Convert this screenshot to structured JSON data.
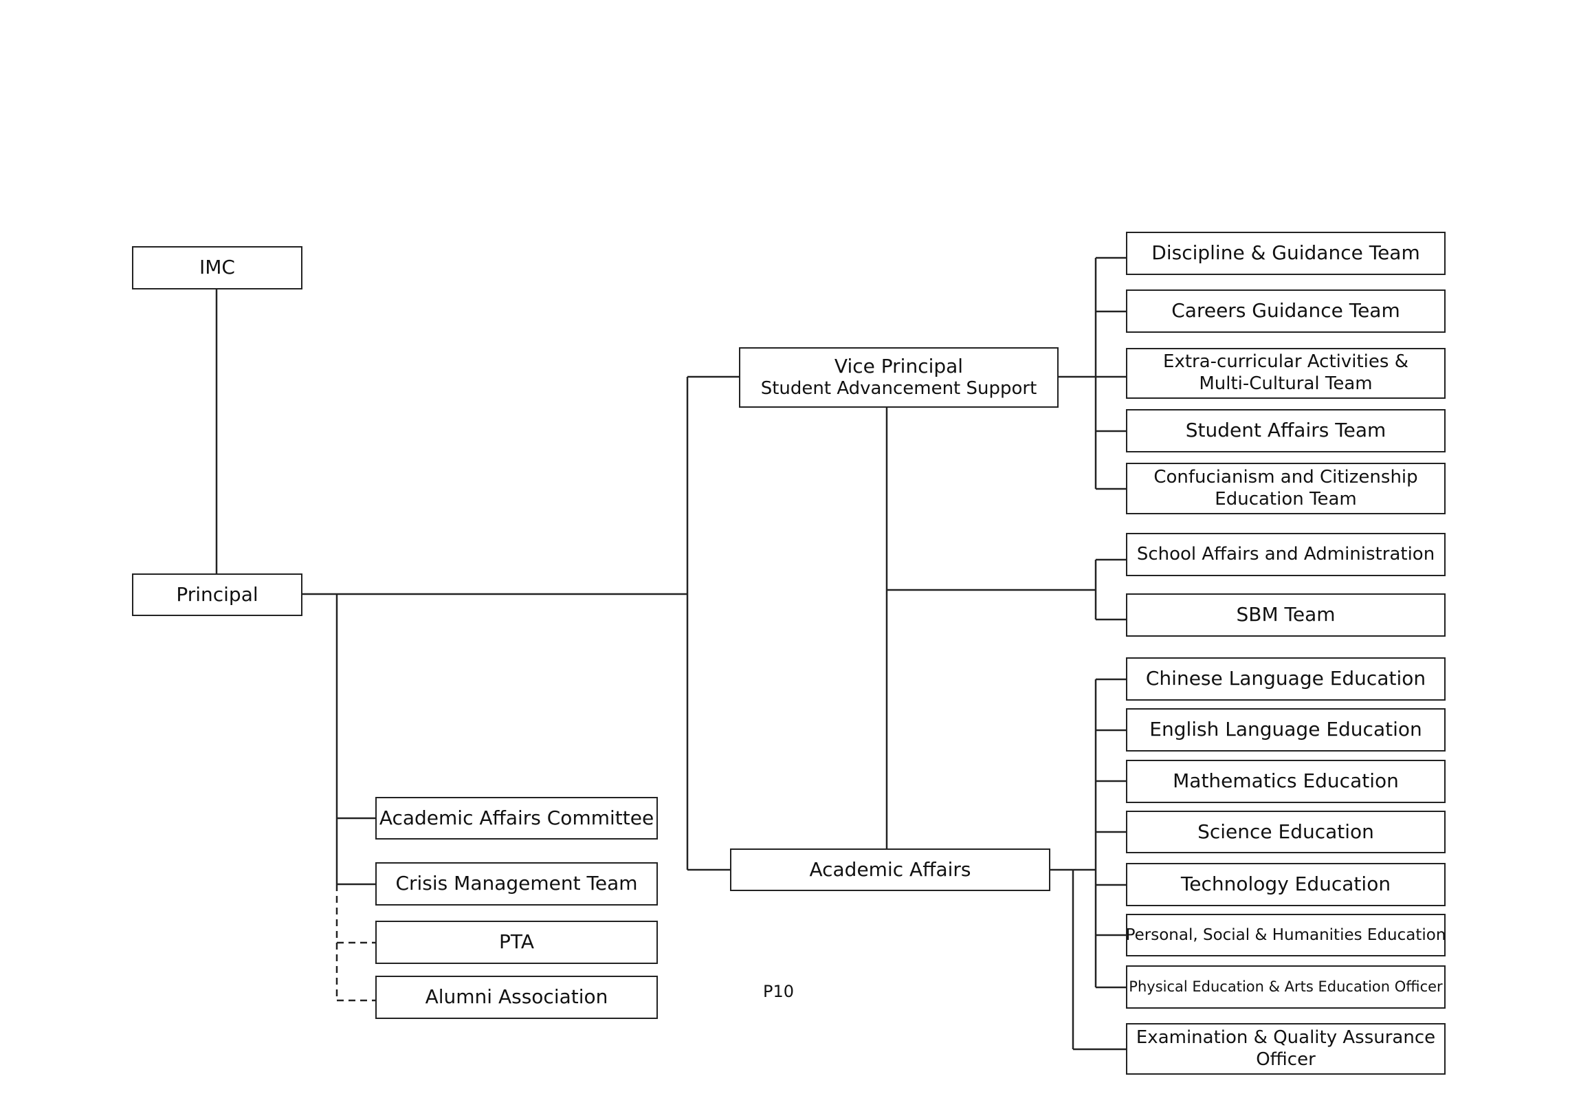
{
  "boxes": {
    "imc": "IMC",
    "principal": "Principal",
    "vice_principal": {
      "line1": "Vice Principal",
      "line2": "Student Advancement Support"
    },
    "academic_affairs": "Academic Affairs",
    "academic_affairs_committee": "Academic Affairs Committee",
    "crisis_management_team": "Crisis Management Team",
    "pta": "PTA",
    "alumni_association": "Alumni Association",
    "discipline_guidance_team": "Discipline & Guidance Team",
    "careers_guidance_team": "Careers Guidance Team",
    "eca_team": {
      "line1": "Extra-curricular Activities &",
      "line2": "Multi-Cultural Team"
    },
    "student_affairs_team": "Student Affairs Team",
    "confucianism_team": {
      "line1": "Confucianism and Citizenship",
      "line2": "Education Team"
    },
    "school_affairs_admin": "School Affairs and Administration",
    "sbm_team": "SBM Team",
    "chinese_language_education": "Chinese Language Education",
    "english_language_education": "English Language Education",
    "mathematics_education": "Mathematics Education",
    "science_education": "Science Education",
    "technology_education": "Technology Education",
    "pshe": "Personal, Social & Humanities Education",
    "pe_arts_officer": "Physical Education & Arts Education Officer",
    "exam_qa_officer": {
      "line1": "Examination & Quality Assurance",
      "line2": "Officer"
    }
  },
  "page_number": "P10",
  "line_color": "#222222"
}
